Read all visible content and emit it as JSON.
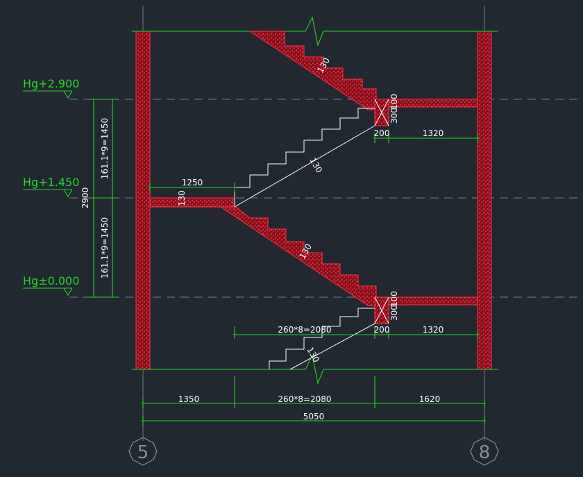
{
  "levels": [
    {
      "label": "Hg+2.900"
    },
    {
      "label": "Hg+1.450"
    },
    {
      "label": "Hg±0.000"
    }
  ],
  "vertical_dims": {
    "upper_flight": "161.1*9=1450",
    "lower_flight": "161.1*9=1450",
    "total": "2900"
  },
  "horizontal_dims": {
    "bottom_left": "1350",
    "bottom_mid": "260*8=2080",
    "bottom_right": "1620",
    "overall": "5050",
    "upper_landing_left": "200",
    "upper_landing_right": "1320",
    "lower_landing_left": "200",
    "lower_landing_right": "1320",
    "lower_flight_run": "260*8=2080",
    "mid_landing": "1250"
  },
  "slab_labels": {
    "slab_thickness": "130",
    "beam_upper": "300",
    "beam_upper_width": "100",
    "beam_lower": "300",
    "beam_lower_width": "100"
  },
  "grid_axes": {
    "left": "5",
    "right": "8"
  },
  "colors": {
    "background": "#212830",
    "dimension_green": "#27d627",
    "concrete_red": "#9c1020",
    "line_white": "#ffffff"
  }
}
